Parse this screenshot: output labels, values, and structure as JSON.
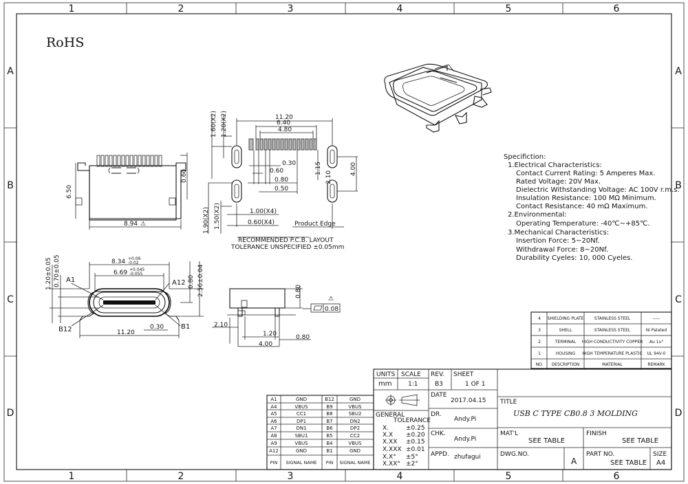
{
  "zone_columns": [
    "1",
    "2",
    "3",
    "4",
    "5",
    "6"
  ],
  "zone_rows": [
    "A",
    "B",
    "C",
    "D"
  ],
  "rohs": "RoHS",
  "drawing": {
    "top_view": {
      "width": "8.94",
      "height": "6.50",
      "right_dim": "0.60"
    },
    "pcb_layout": {
      "d_11_20": "11.20",
      "d_6_40": "6.40",
      "d_4_80": "4.80",
      "d_1_60x2": "1.60(X2)",
      "d_1_20x2": "1.20(X2)",
      "d_0_30": "0.30",
      "d_0_60": "0.60",
      "d_0_80": "0.80",
      "d_0_50": "0.50",
      "d_1_15": "1.15",
      "d_2_10": "2.10",
      "d_4_00": "4.00",
      "d_1_90x2": "1.90(X2)",
      "d_1_50x2": "1.50(X2)",
      "d_1_00x4": "1.00(X4)",
      "d_0_60x4": "0.60(X4)",
      "product_edge": "Product Edge",
      "title": "RECOMMENDED  P.C.B.  LAYOUT",
      "tolerance": "TOLERANCE  UNSPECIFIED  ±0.05mm"
    },
    "front_view": {
      "d_8_34": "8.34",
      "d_8_34_tol_up": "+0.06",
      "d_8_34_tol_dn": "-0.02",
      "d_6_69": "6.69",
      "d_6_69_tol_up": "+0.045",
      "d_6_69_tol_dn": "-0.055",
      "d_1_20": "1.20±0.05",
      "d_0_70": "0.70±0.05",
      "d_2_56": "2.56±0.04",
      "d_0_80": "0.80",
      "a1": "A1",
      "a12": "A12",
      "b1": "B1",
      "b12": "B12",
      "d_11_20": "11.20",
      "d_0_30": "0.30"
    },
    "side_view": {
      "d_0_80v": "0.80",
      "flatness": "0.08",
      "d_2_10": "2.10",
      "d_1_20": "1.20",
      "d_0_80": "0.80",
      "d_4_00": "4.00"
    }
  },
  "spec": {
    "title": "Specifiction:",
    "lines": [
      "1.Electrical  Characteristics:",
      "    Contact  Current  Rating: 5  Amperes  Max.",
      "    Rated  Voltage:   20V  Max.",
      "    Dielectric  Withstanding  Voltage:  AC  100V  r.m.s.",
      "    Insulation  Resistance:  100  MΩ  Minimum.",
      "    Contact  Resistance:  40  mΩ  Maximum.",
      "2.Environmental:",
      "    Operating  Temperature:  -40℃~+85℃.",
      "3.Mechanical  Characteristics:",
      "    Insertion  Force:  5~20Nf.",
      "    Withdrawal  Force:  8~20Nf.",
      "    Durability  Cyeles:  10, 000  Cyeles."
    ]
  },
  "materials": {
    "rows": [
      {
        "no": "4",
        "desc": "SHIELDING PLATE",
        "material": "STAINLESS  STEEL",
        "remark": "-----"
      },
      {
        "no": "3",
        "desc": "SHELL",
        "material": "STAINLESS  STEEL",
        "remark": "Ni  Palated"
      },
      {
        "no": "2",
        "desc": "TERMINAL",
        "material": "HIGH  CONDUCTIVITY COPPER",
        "remark": "Au  1u\""
      },
      {
        "no": "1",
        "desc": "HOUSING",
        "material": "HIGH  TEMPERATURE PLASTIC",
        "remark": "UL  94V-0"
      }
    ],
    "headers": {
      "no": "NO.",
      "desc": "DESCRIPTION",
      "material": "MATERIAL",
      "remark": "REMARK"
    }
  },
  "pins": {
    "rows": [
      [
        "A1",
        "GND",
        "B12",
        "GND"
      ],
      [
        "A4",
        "VBUS",
        "B9",
        "VBUS"
      ],
      [
        "A5",
        "CC1",
        "B8",
        "SBU2"
      ],
      [
        "A6",
        "DP1",
        "B7",
        "DN2"
      ],
      [
        "A7",
        "DN1",
        "B6",
        "DP2"
      ],
      [
        "A8",
        "SBU1",
        "B5",
        "CC2"
      ],
      [
        "A9",
        "VBUS",
        "B4",
        "VBUS"
      ],
      [
        "A12",
        "GND",
        "B1",
        "GND"
      ]
    ],
    "headers": [
      "PIN",
      "SIGNAL NAME",
      "PIN",
      "SIGNAL NAME"
    ]
  },
  "title_block": {
    "units_label": "UNITS",
    "units": "mm",
    "scale_label": "SCALE",
    "scale": "1:1",
    "rev_label": "REV.",
    "rev": "B3",
    "sheet_label": "SHEET",
    "sheet": "1  OF  1",
    "general_label": "GENERAL",
    "tolerance_label": "TOLERANCE",
    "tolerances": [
      [
        "X.",
        "±0.25"
      ],
      [
        "X.X",
        "±0.20"
      ],
      [
        "X.XX",
        "±0.15"
      ],
      [
        "X.XXX",
        "±0.01"
      ],
      [
        "X.X°",
        "±5°"
      ],
      [
        "X.XX°",
        "±2°"
      ]
    ],
    "date_label": "DATE",
    "date": "2017.04.15",
    "dr_label": "DR.",
    "dr": "Andy.Pi",
    "chk_label": "CHK.",
    "chk": "Andy.Pi",
    "appd_label": "APPD.",
    "appd": "zhufagui",
    "title_label": "TITLE",
    "title": "USB  C  TYPE  CB0.8  3  MOLDING",
    "matl_label": "MAT'L",
    "matl": "SEE  TABLE",
    "finish_label": "FINISH",
    "finish": "SEE  TABLE",
    "dwgno_label": "DWG.NO.",
    "dwgno_rev": "A",
    "partno_label": "PART  NO.",
    "partno": "SEE  TABLE",
    "size_label": "SIZE",
    "size": "A4"
  }
}
